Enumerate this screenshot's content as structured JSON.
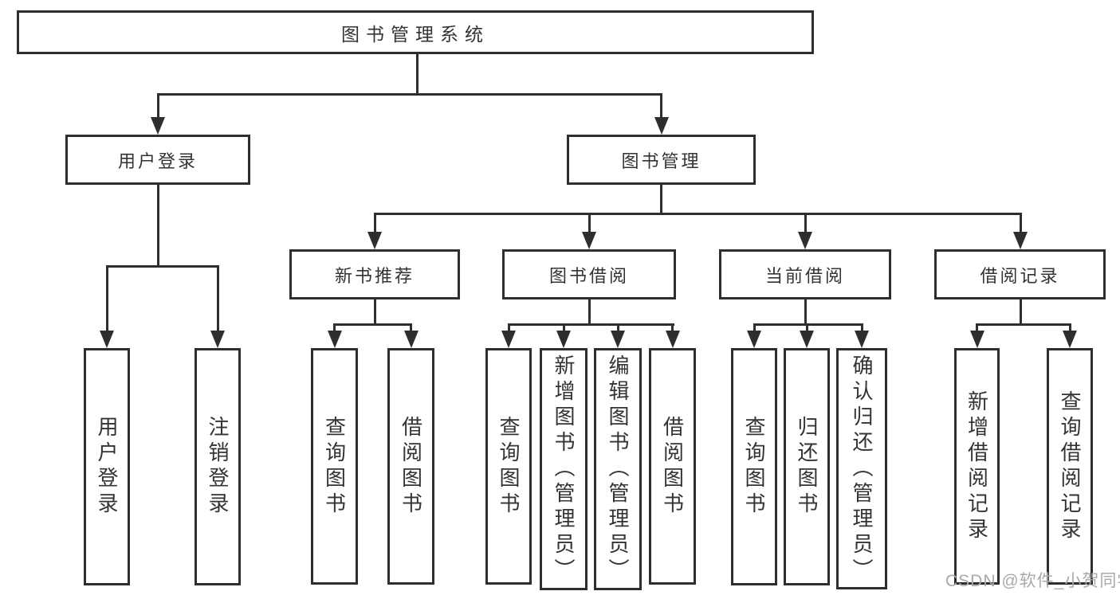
{
  "diagram": {
    "root": {
      "label": "图书管理系统"
    },
    "branches": [
      {
        "label": "用户登录",
        "children": [
          {
            "label": "用户登录"
          },
          {
            "label": "注销登录"
          }
        ]
      },
      {
        "label": "图书管理",
        "children": [
          {
            "label": "新书推荐",
            "children": [
              {
                "label": "查询图书"
              },
              {
                "label": "借阅图书"
              }
            ]
          },
          {
            "label": "图书借阅",
            "children": [
              {
                "label": "查询图书"
              },
              {
                "label": "新增图书（管理员）"
              },
              {
                "label": "编辑图书（管理员）"
              },
              {
                "label": "借阅图书"
              }
            ]
          },
          {
            "label": "当前借阅",
            "children": [
              {
                "label": "查询图书"
              },
              {
                "label": "归还图书"
              },
              {
                "label": "确认归还（管理员）"
              }
            ]
          },
          {
            "label": "借阅记录",
            "children": [
              {
                "label": "新增借阅记录"
              },
              {
                "label": "查询借阅记录"
              }
            ]
          }
        ]
      }
    ],
    "watermark": "CSDN @软件_小贺同学",
    "colors": {
      "line": "#2e2e2e",
      "text": "#333333",
      "watermark": "#a9a9a9",
      "background": "#ffffff"
    }
  }
}
